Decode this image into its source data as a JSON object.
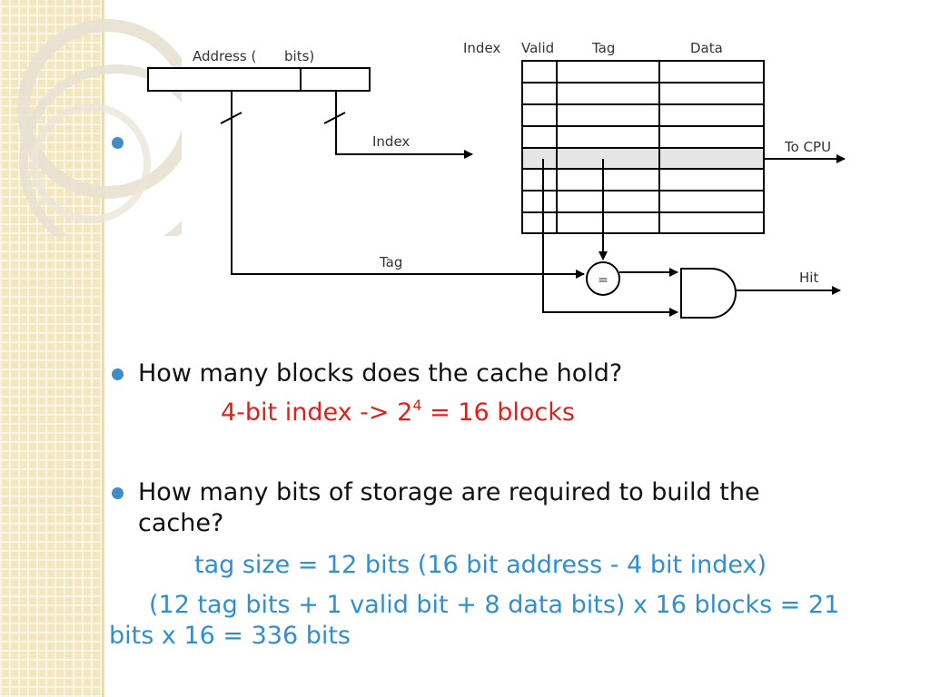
{
  "diagram": {
    "address_label_start": "Address (",
    "address_label_end": "bits)",
    "index_header": "Index",
    "valid_header": "Valid",
    "tag_header": "Tag",
    "data_header": "Data",
    "index_arrow_label": "Index",
    "to_cpu_label": "To CPU",
    "tag_line_label": "Tag",
    "comparator_symbol": "=",
    "hit_label": "Hit"
  },
  "question1": {
    "text": "How many blocks does the cache hold?",
    "answer_prefix": "4-bit index -> 2",
    "answer_exponent": "4",
    "answer_suffix": " = 16 blocks"
  },
  "question2": {
    "text_line1": "How many bits of storage are required to build the",
    "text_line2": "cache?",
    "answer_line1": "tag size = 12 bits (16 bit address - 4 bit index)",
    "answer_line2": "(12 tag bits + 1 valid bit + 8 data bits) x 16 blocks = 21",
    "answer_line3": "bits x 16 = 336 bits"
  },
  "colors": {
    "strip_background": "#f3e7c0",
    "bullet": "#3d8dc7",
    "answer_red": "#e0201b",
    "answer_blue": "#2f8fd0"
  }
}
